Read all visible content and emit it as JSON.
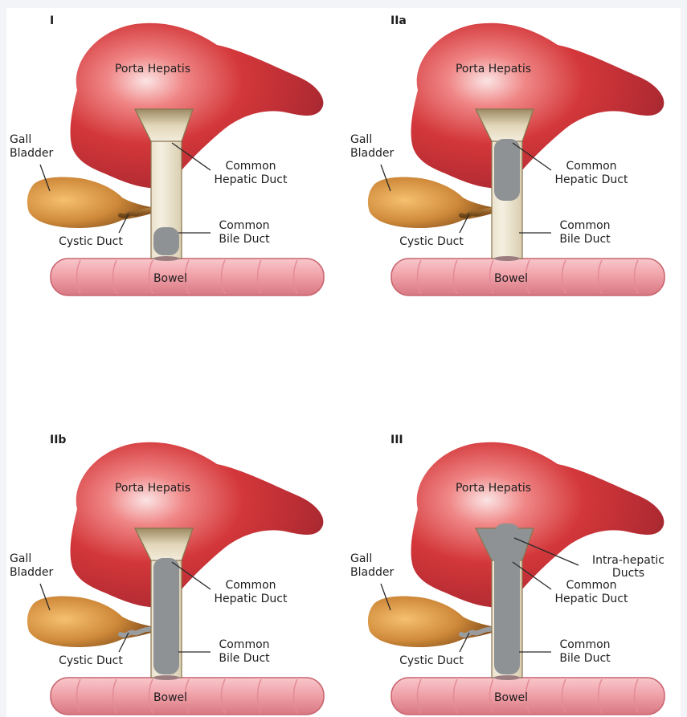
{
  "panels": [
    {
      "id": "I",
      "title": "I",
      "porta_hepatis": "Porta Hepatis",
      "gall_bladder": [
        "Gall",
        "Bladder"
      ],
      "common_hepatic_duct": [
        "Common",
        "Hepatic Duct"
      ],
      "common_bile_duct": [
        "Common",
        "Bile Duct"
      ],
      "cystic_duct": "Cystic Duct",
      "bowel": "Bowel"
    },
    {
      "id": "IIa",
      "title": "IIa",
      "porta_hepatis": "Porta Hepatis",
      "gall_bladder": [
        "Gall",
        "Bladder"
      ],
      "common_hepatic_duct": [
        "Common",
        "Hepatic Duct"
      ],
      "common_bile_duct": [
        "Common",
        "Bile Duct"
      ],
      "cystic_duct": "Cystic Duct",
      "bowel": "Bowel"
    },
    {
      "id": "IIb",
      "title": "IIb",
      "porta_hepatis": "Porta Hepatis",
      "gall_bladder": [
        "Gall",
        "Bladder"
      ],
      "common_hepatic_duct": [
        "Common",
        "Hepatic Duct"
      ],
      "common_bile_duct": [
        "Common",
        "Bile Duct"
      ],
      "cystic_duct": "Cystic Duct",
      "bowel": "Bowel"
    },
    {
      "id": "III",
      "title": "III",
      "porta_hepatis": "Porta Hepatis",
      "gall_bladder": [
        "Gall",
        "Bladder"
      ],
      "common_hepatic_duct": [
        "Common",
        "Hepatic Duct"
      ],
      "common_bile_duct": [
        "Common",
        "Bile Duct"
      ],
      "cystic_duct": "Cystic Duct",
      "intrahepatic_ducts": [
        "Intra-hepatic",
        "Ducts"
      ],
      "bowel": "Bowel"
    }
  ],
  "colors": {
    "liver_light": "#f4a0a0",
    "liver_mid": "#d8373a",
    "liver_dark": "#7a2430",
    "duct_tan": "#e6dcc4",
    "duct_edge": "#8a7550",
    "atresia_gray": "#8f9294",
    "gall_light": "#efb050",
    "gall_dark": "#6a3a10",
    "bowel_fill": "#f2aab0",
    "bowel_edge": "#c8646e"
  }
}
